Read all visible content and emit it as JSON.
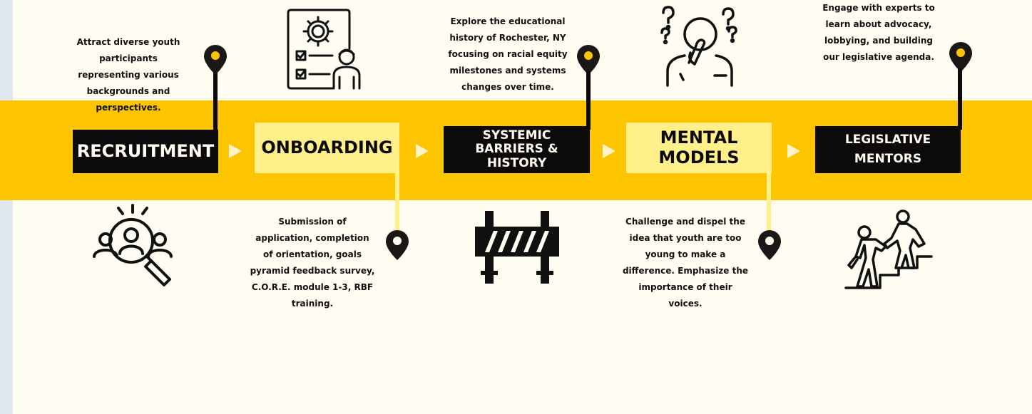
{
  "colors": {
    "band": "#fcc500",
    "dark_box": "#0c0a0a",
    "light_box": "#fff08a",
    "background": "#fffdf2",
    "arrow": "#fff4c8"
  },
  "stages": [
    {
      "title": "RECRUITMENT",
      "style": "dark",
      "description": "Attract diverse youth participants representing various backgrounds and perspectives.",
      "icon": "search-people-icon"
    },
    {
      "title": "ONBOARDING",
      "style": "light",
      "description": "Submission of application, completion of orientation, goals pyramid feedback survey, C.O.R.E. module 1-3, RBF training.",
      "icon": "checklist-person-icon"
    },
    {
      "title": "SYSTEMIC BARRIERS & HISTORY",
      "style": "dark",
      "description": "Explore the educational history of Rochester, NY focusing on racial equity milestones and systems changes over time.",
      "icon": "road-barrier-icon"
    },
    {
      "title": "MENTAL MODELS",
      "style": "light",
      "description": "Challenge and dispel the idea that youth are too young to make a difference. Emphasize the importance of their voices.",
      "icon": "thinking-person-icon"
    },
    {
      "title": "LEGISLATIVE MENTORS",
      "style": "dark",
      "description": "Engage with experts to learn about advocacy, lobbying, and building our legislative agenda.",
      "icon": "mentor-climbing-icon"
    }
  ]
}
